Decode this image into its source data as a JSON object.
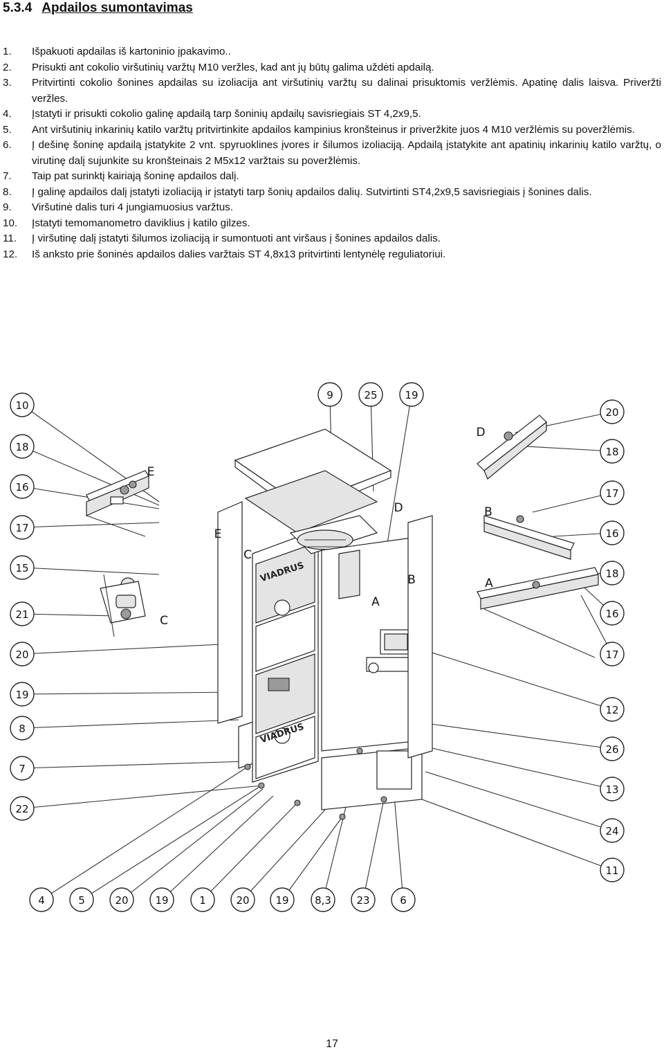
{
  "section": {
    "number": "5.3.4",
    "title": "Apdailos sumontavimas"
  },
  "steps": [
    {
      "num": "1.",
      "text": "Išpakuoti apdailas iš kartoninio įpakavimo.."
    },
    {
      "num": "2.",
      "text": "Prisukti ant cokolio viršutinių varžtų M10 veržles, kad ant jų būtų galima uždėti apdailą."
    },
    {
      "num": "3.",
      "text": "Pritvirtinti cokolio šonines apdailas su izoliacija ant viršutinių varžtų su dalinai prisuktomis veržlėmis. Apatinę dalis laisva. Priveržti veržles."
    },
    {
      "num": "4.",
      "text": "Įstatyti ir prisukti cokolio galinę apdailą tarp šoninių apdailų savisriegiais ST 4,2x9,5."
    },
    {
      "num": "5.",
      "text": "Ant viršutinių inkarinių katilo varžtų pritvirtinkite apdailos kampinius kronšteinus ir priveržkite juos 4 M10 veržlėmis su poveržlėmis."
    },
    {
      "num": "6.",
      "text": "Į dešinę šoninę apdailą įstatykite 2 vnt. spyruoklines įvores ir šilumos izoliaciją. Apdailą įstatykite ant apatinių inkarinių katilo varžtų, o virutinę dalį sujunkite su kronšteinais 2 M5x12 varžtais su poveržlėmis."
    },
    {
      "num": "7.",
      "text": "Taip pat surinktį kairiają šoninę apdailos dalį."
    },
    {
      "num": "8.",
      "text": "Į galinę apdailos dalį įstatyti izoliaciją ir įstatyti tarp šonių apdailos dalių. Sutvirtinti ST4,2x9,5 savisriegiais į šonines dalis."
    },
    {
      "num": "9.",
      "text": " Viršutinė dalis turi 4 jungiamuosius varžtus."
    },
    {
      "num": "10.",
      "text": "Įstatyti temomanometro daviklius į katilo gilzes."
    },
    {
      "num": "11.",
      "text": "Į viršutinę dalį įstatyti šilumos izoliaciją ir sumontuoti ant viršaus į šonines apdailos dalis."
    },
    {
      "num": "12.",
      "text": "Iš anksto prie šoninės apdailos dalies varžtais ST 4,8x13 pritvirtinti lentynėlę reguliatoriui."
    }
  ],
  "figure": {
    "callouts_left": [
      "10",
      "18",
      "16",
      "17",
      "15",
      "21",
      "20",
      "19",
      "8",
      "7",
      "22"
    ],
    "callouts_top": [
      "9",
      "25",
      "19"
    ],
    "callouts_right": [
      "20",
      "18",
      "17",
      "16",
      "18",
      "16",
      "17",
      "12",
      "26",
      "13",
      "24",
      "11"
    ],
    "callouts_bottom": [
      "4",
      "5",
      "20",
      "19",
      "1",
      "20",
      "19",
      "8,3",
      "23",
      "6"
    ],
    "detail_letters": [
      "E",
      "C",
      "D",
      "B",
      "A",
      "E",
      "C",
      "D",
      "B",
      "A"
    ],
    "brand": "VIADRUS"
  },
  "page_number": "17"
}
